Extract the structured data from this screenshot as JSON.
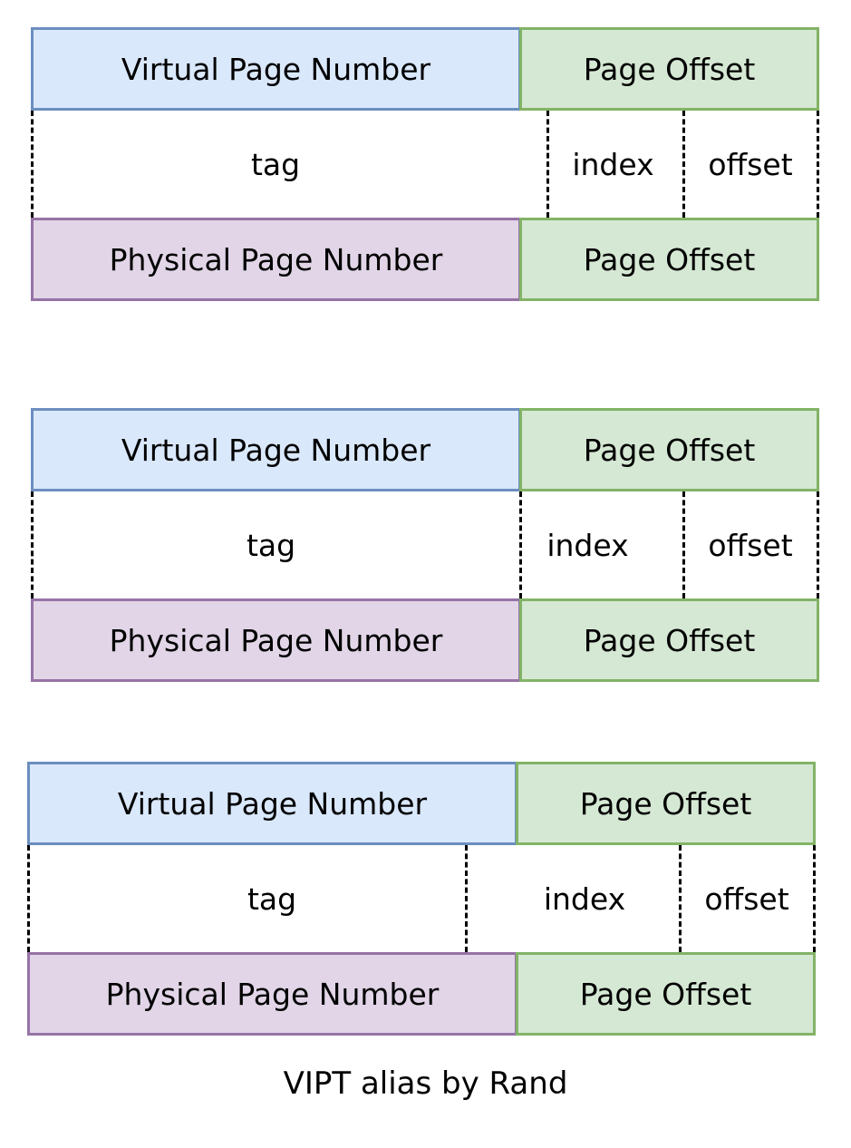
{
  "diagrams": [
    {
      "virtual_page_number": "Virtual Page Number",
      "virtual_page_offset": "Page Offset",
      "tag": "tag",
      "index": "index",
      "offset": "offset",
      "physical_page_number": "Physical Page Number",
      "physical_page_offset": "Page Offset"
    },
    {
      "virtual_page_number": "Virtual Page Number",
      "virtual_page_offset": "Page Offset",
      "tag": "tag",
      "index": "index",
      "offset": "offset",
      "physical_page_number": "Physical Page Number",
      "physical_page_offset": "Page Offset"
    },
    {
      "virtual_page_number": "Virtual Page Number",
      "virtual_page_offset": "Page Offset",
      "tag": "tag",
      "index": "index",
      "offset": "offset",
      "physical_page_number": "Physical Page Number",
      "physical_page_offset": "Page Offset"
    }
  ],
  "colors": {
    "virtual_fill": "#dae8fc",
    "virtual_stroke": "#6c8ebf",
    "offset_fill": "#d5e8d4",
    "offset_stroke": "#82b366",
    "physical_fill": "#e1d5e7",
    "physical_stroke": "#9673a6"
  },
  "caption": "VIPT alias by Rand"
}
